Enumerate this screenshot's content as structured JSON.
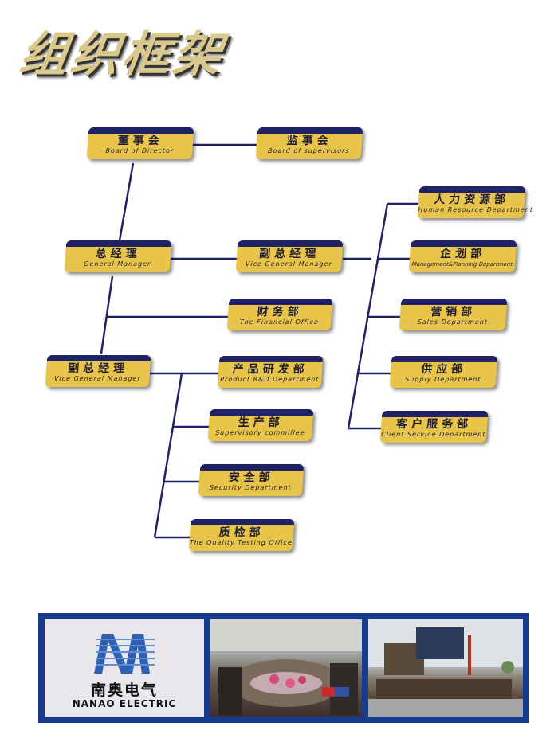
{
  "title": "组织框架",
  "nodes": {
    "board": {
      "cn": "董事会",
      "en": "Board of Director"
    },
    "supervisors": {
      "cn": "监事会",
      "en": "Board of supervisors"
    },
    "gm": {
      "cn": "总经理",
      "en": "General Manager"
    },
    "vgm1": {
      "cn": "副总经理",
      "en": "Vice General Manager"
    },
    "finance": {
      "cn": "财务部",
      "en": "The Financial Office"
    },
    "vgm2": {
      "cn": "副总经理",
      "en": "Vice General Manager"
    },
    "hr": {
      "cn": "人力资源部",
      "en": "Human Resource Department"
    },
    "planning": {
      "cn": "企划部",
      "en": "Management&Planning Department"
    },
    "sales": {
      "cn": "营销部",
      "en": "Sales Department"
    },
    "supply": {
      "cn": "供应部",
      "en": "Supply Department"
    },
    "client": {
      "cn": "客户服务部",
      "en": "Client Service Department"
    },
    "rnd": {
      "cn": "产品研发部",
      "en": "Product R&D Department"
    },
    "production": {
      "cn": "生产部",
      "en": "Supervisory commillee"
    },
    "security": {
      "cn": "安全部",
      "en": "Security  Department"
    },
    "quality": {
      "cn": "质检部",
      "en": "The Quality Testing Office"
    }
  },
  "logo": {
    "cn": "南奥电气",
    "en": "NANAO ELECTRIC"
  },
  "colors": {
    "node_fill": "#e9c44b",
    "node_top": "#1f2266",
    "line": "#1f2266",
    "banner": "#173a8b"
  }
}
